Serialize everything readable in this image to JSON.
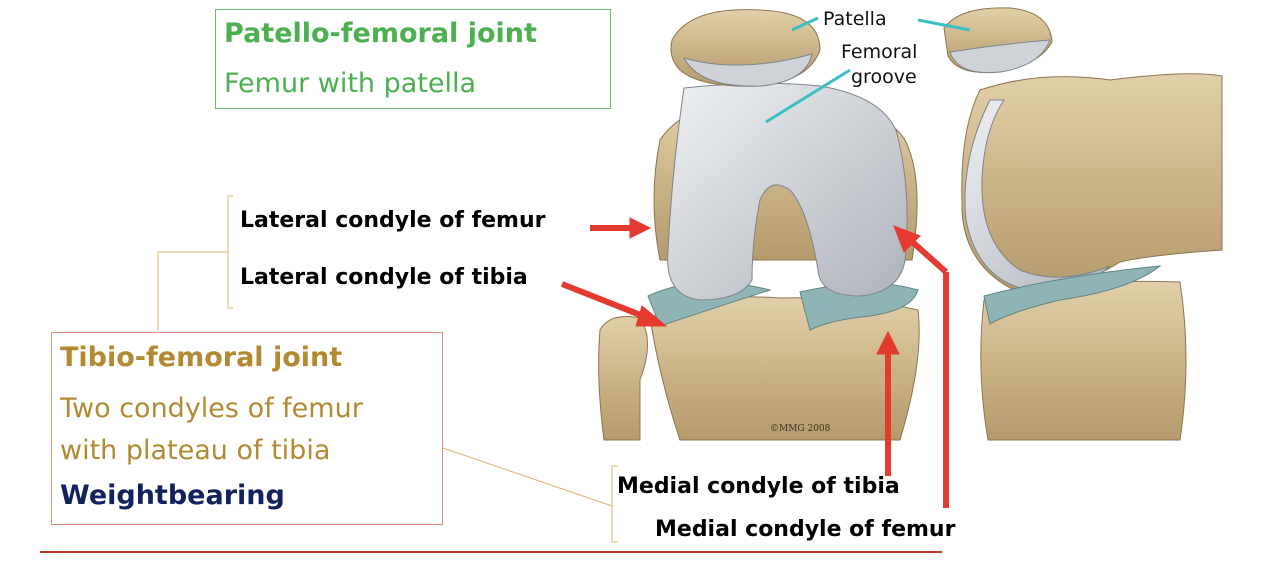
{
  "patellofemoral": {
    "title": "Patello-femoral joint",
    "subtitle": "Femur with patella"
  },
  "tibiofemoral": {
    "title": "Tibio-femoral joint",
    "line1": "Two condyles of femur",
    "line2": "with plateau of tibia",
    "emphasis": "Weightbearing"
  },
  "labels": {
    "lateral_condyle_femur": "Lateral condyle of femur",
    "lateral_condyle_tibia": "Lateral condyle of tibia",
    "medial_condyle_tibia": "Medial condyle of tibia",
    "medial_condyle_femur": "Medial condyle of femur"
  },
  "anatomy_labels": {
    "patella": "Patella",
    "femoral": "Femoral",
    "groove": "groove"
  },
  "copyright": "©MMG 2008",
  "colors": {
    "green": "#4caf50",
    "gold": "#b38a32",
    "navy": "#13225e",
    "arrow_red": "#e53a2f",
    "bone": "#d8c39a",
    "cartilage": "#cfd3d8",
    "meniscus": "#8fb4b6",
    "teal_pointer": "#3bbfc4"
  }
}
